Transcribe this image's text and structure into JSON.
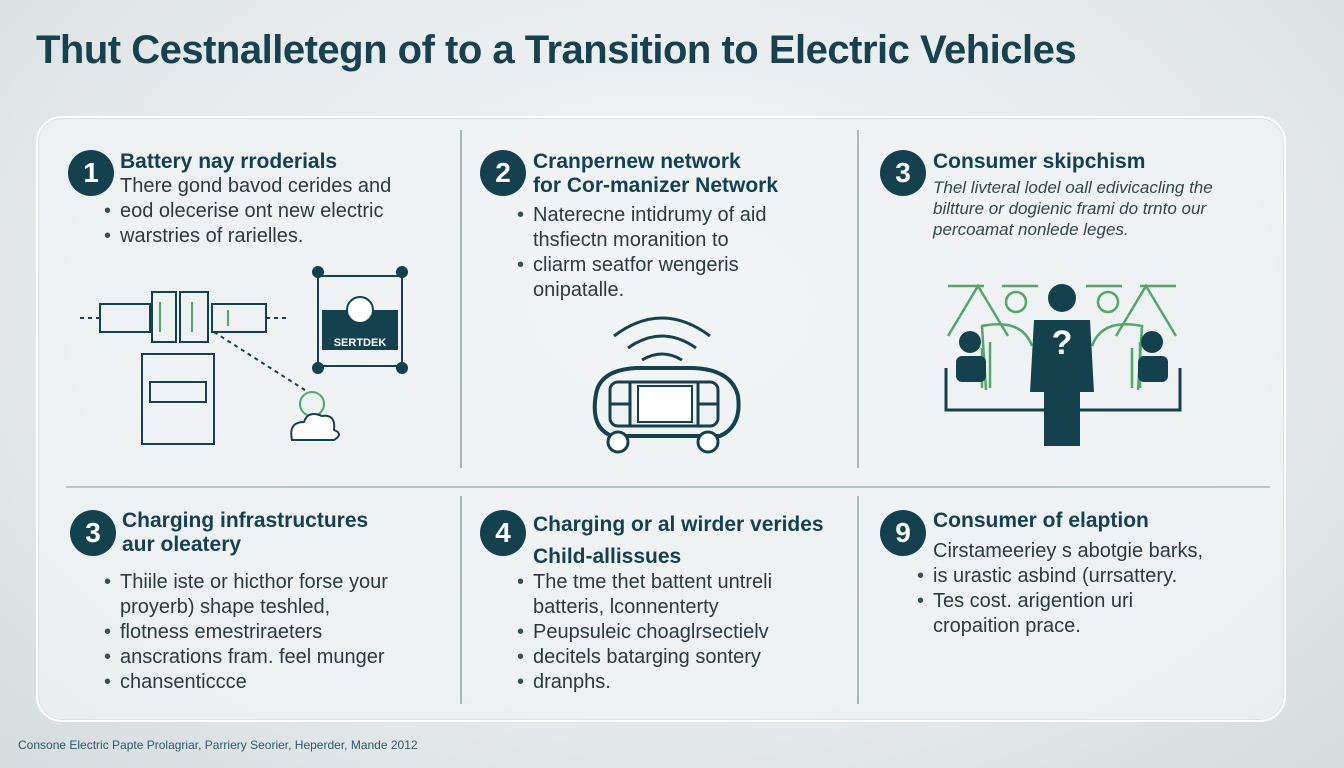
{
  "title": "Thut Cestnalletegn of to a Transition to Electric Vehicles",
  "cells": [
    {
      "number": "1",
      "heading": [
        "Battery nay rroderials"
      ],
      "lines": [
        "There gond bavod cerides and",
        "eod olecerise ont new electric",
        "warstries of rarielles."
      ],
      "bullets": [
        false,
        true,
        true
      ]
    },
    {
      "number": "2",
      "heading": [
        "Cranpernew network",
        "for Cor-manizer Network"
      ],
      "lines": [
        "Naterecne intidrumy of aid",
        "thsfiectn moranition to",
        "cliarm seatfor wengeris",
        "onipatalle."
      ],
      "bullets": [
        true,
        false,
        true,
        false
      ]
    },
    {
      "number": "3",
      "heading": [
        "Consumer skipchism"
      ],
      "lines": [
        "Thel livteral lodel oall edivicacling the",
        "biltture or dogienic frami do trnto our",
        "percoamat nonlede leges."
      ],
      "bullets": [
        false,
        false,
        false
      ]
    },
    {
      "number": "3",
      "heading": [
        "Charging infrastructures",
        "aur oleatery"
      ],
      "lines": [
        "Thiile iste or hicthor forse your",
        "proyerb) shape teshled,",
        "flotness emestriraeters",
        "anscrations fram. feel munger",
        "chansenticcce"
      ],
      "bullets": [
        true,
        false,
        true,
        true,
        true
      ]
    },
    {
      "number": "4",
      "heading": [
        "Charging or al wirder verides",
        "Child-allissues"
      ],
      "lines": [
        "The tme thet battent untreli",
        "batteris, lconnenterty",
        "Peupsuleic choaglrsectielv",
        "decitels batarging sontery",
        "dranphs."
      ],
      "bullets": [
        true,
        false,
        true,
        true,
        true
      ]
    },
    {
      "number": "9",
      "heading": [
        "Consumer of elaption"
      ],
      "lines": [
        "Cirstameeriey s abotgie barks,",
        "is urastic asbind (urrsattery.",
        "Tes cost. arigention uri",
        "cropaition prace."
      ],
      "bullets": [
        false,
        true,
        true,
        false
      ]
    }
  ],
  "illustrations": {
    "sign_label": "SERTDEK"
  },
  "footer": "Consone Electric Papte Prolagriar, Parriery Seorier, Heperder, Mande 2012",
  "colors": {
    "primary": "#13424e",
    "accent": "#4fa86a",
    "background": "#eef1f2"
  }
}
